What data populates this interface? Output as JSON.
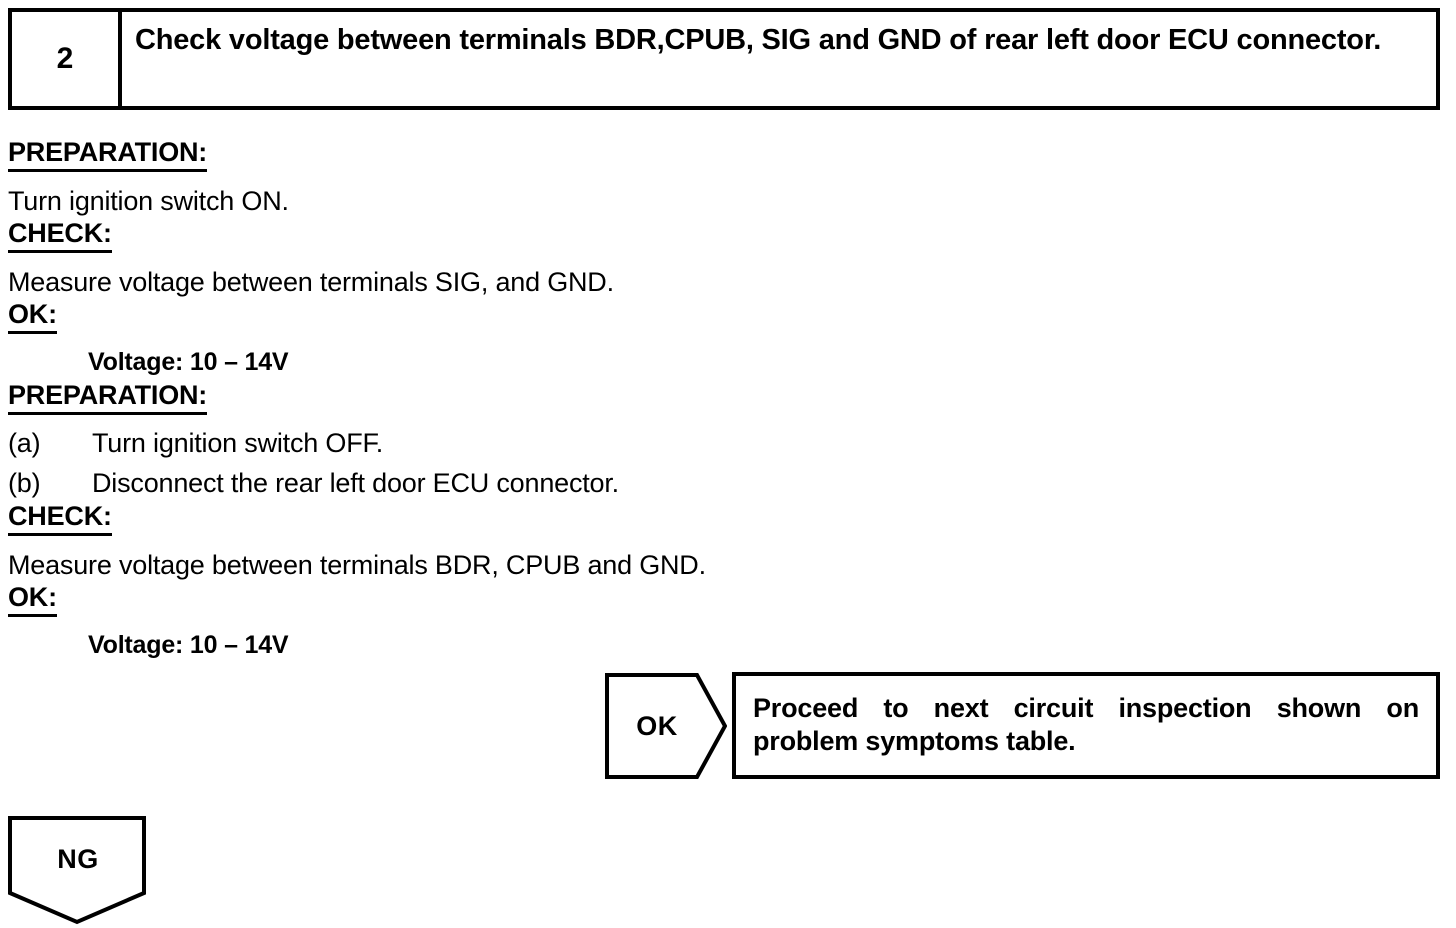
{
  "step": {
    "number": "2",
    "title": "Check voltage between terminals BDR,CPUB, SIG and GND of rear left door ECU connector."
  },
  "procedure": {
    "preparation_1": {
      "heading": "PREPARATION:",
      "line": "Turn ignition switch ON."
    },
    "check_1": {
      "heading": "CHECK:",
      "line": "Measure voltage between terminals SIG, and GND."
    },
    "ok_1": {
      "heading": "OK:",
      "spec": "Voltage: 10 – 14V"
    },
    "preparation_2": {
      "heading": "PREPARATION:",
      "items": [
        {
          "marker": "(a)",
          "text": "Turn ignition switch OFF."
        },
        {
          "marker": "(b)",
          "text": "Disconnect the rear left door ECU connector."
        }
      ]
    },
    "check_2": {
      "heading": "CHECK:",
      "line": "Measure voltage between terminals BDR, CPUB and GND."
    },
    "ok_2": {
      "heading": "OK:",
      "spec": "Voltage: 10 – 14V"
    }
  },
  "results": {
    "ok": {
      "flag_label": "OK",
      "text_line_1": "Proceed to next circuit inspection shown on",
      "text_line_2": "problem symptoms table."
    },
    "ng": {
      "flag_label": "NG"
    }
  },
  "colors": {
    "ink": "#000000",
    "paper": "#ffffff"
  }
}
